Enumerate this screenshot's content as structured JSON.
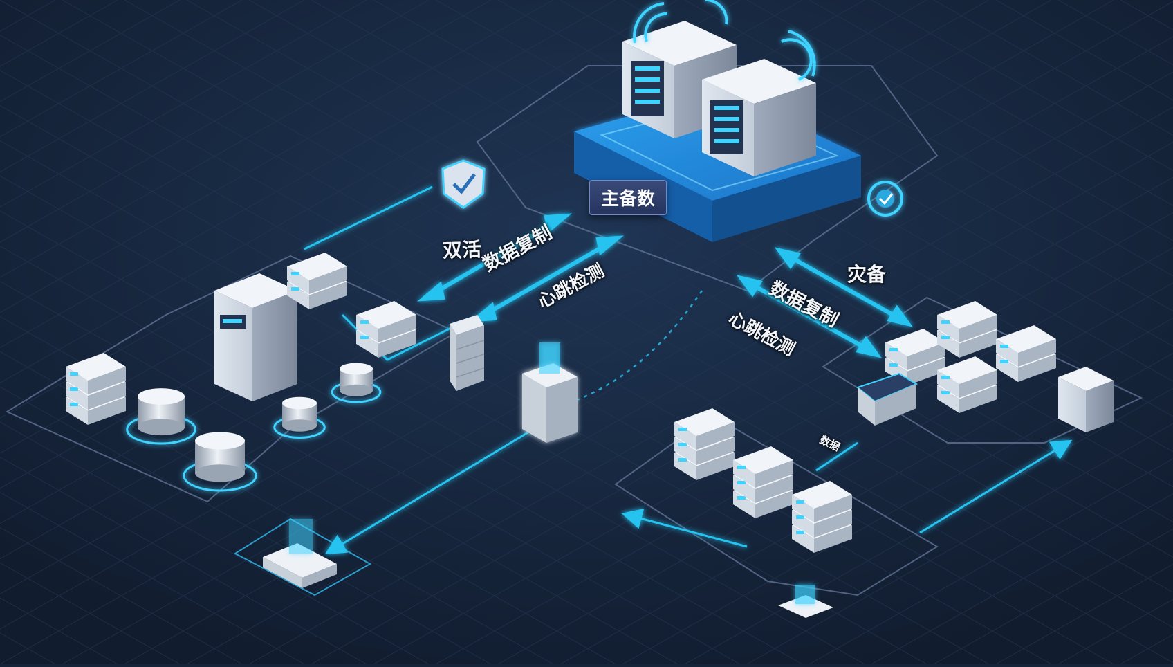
{
  "labels": {
    "left_arrow_top": "双活",
    "left_arrow_mid": "数据复制",
    "left_arrow_bottom": "心跳检测",
    "center_tag": "主备数",
    "right_arrow_top": "灾备",
    "right_arrow_mid": "数据复制",
    "right_arrow_bottom": "心跳检测",
    "small_tag": "数据"
  },
  "colors": {
    "background": "#16243a",
    "grid": "#243652",
    "flow_line": "#28c3f0",
    "zone_outline": "#5d6f90",
    "accent_glow": "#3fd3ff",
    "platform_blue": "#1d7fd6"
  },
  "icons": [
    "shield-check-icon",
    "target-check-icon",
    "firewall-icon",
    "server-icon",
    "database-icon",
    "router-icon",
    "wifi-icon"
  ]
}
